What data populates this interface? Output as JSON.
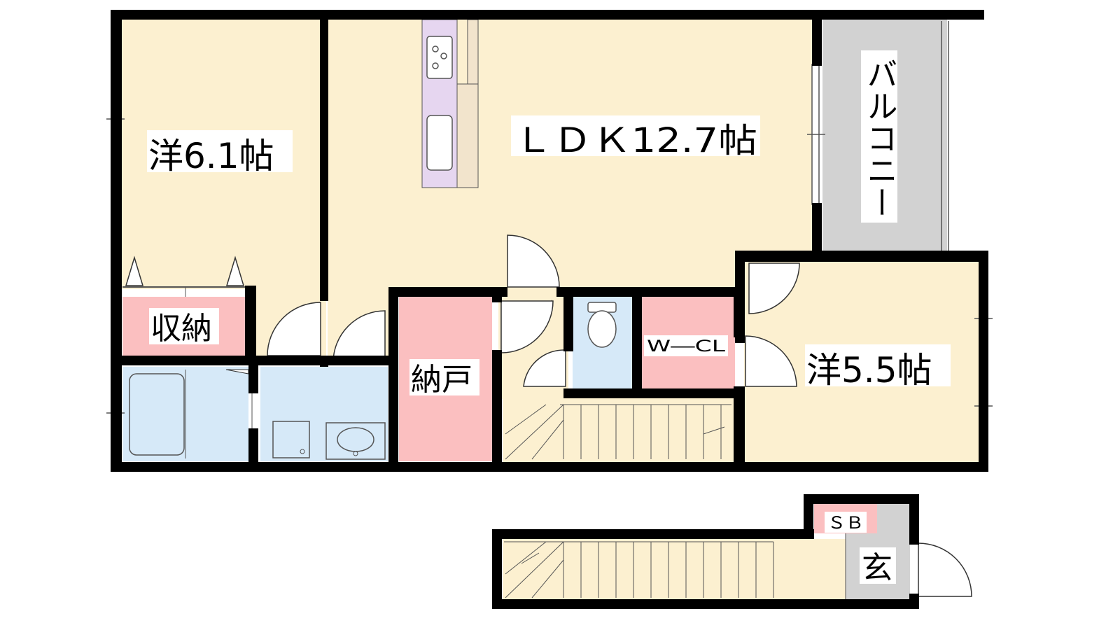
{
  "floorplan": {
    "rooms": {
      "western_a": "洋6.1帖",
      "ldk": "ＬＤＫ12.7帖",
      "balcony": "バルコニー",
      "storage": "収納",
      "closet_nado": "納戸",
      "walk_in_closet": "W―CL",
      "western_b": "洋5.5帖",
      "shoe_box": "ＳＢ",
      "entrance": "玄"
    },
    "colors": {
      "room_fill": "#FCF0D0",
      "storage_fill": "#FBBFC0",
      "wet_fill": "#D6E9F8",
      "balcony_fill": "#D2D2D2",
      "kitchen_fill": "#E6D6F0",
      "wall": "#000000"
    }
  }
}
